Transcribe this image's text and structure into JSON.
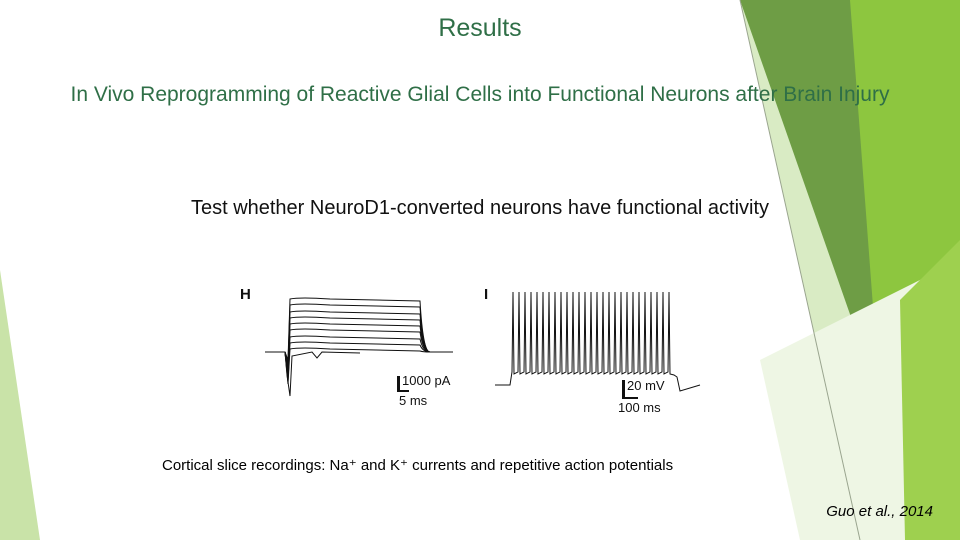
{
  "slide": {
    "title": "Results",
    "subtitle": "In Vivo Reprogramming of Reactive Glial Cells into Functional Neurons after Brain Injury",
    "test_statement": "Test whether NeuroD1-converted neurons have functional activity",
    "caption": "Cortical slice recordings: Na⁺ and K⁺ currents and repetitive action potentials",
    "citation": "Guo et al., 2014"
  },
  "figure": {
    "panel_h": {
      "label": "H",
      "scale_current": "1000 pA",
      "scale_time": "5 ms"
    },
    "panel_i": {
      "label": "I",
      "scale_voltage": "20 mV",
      "scale_time": "100 ms"
    }
  },
  "colors": {
    "accent_green": "#8dc63f",
    "dark_green": "#5f8f3f",
    "title_green": "#2f6f47"
  }
}
